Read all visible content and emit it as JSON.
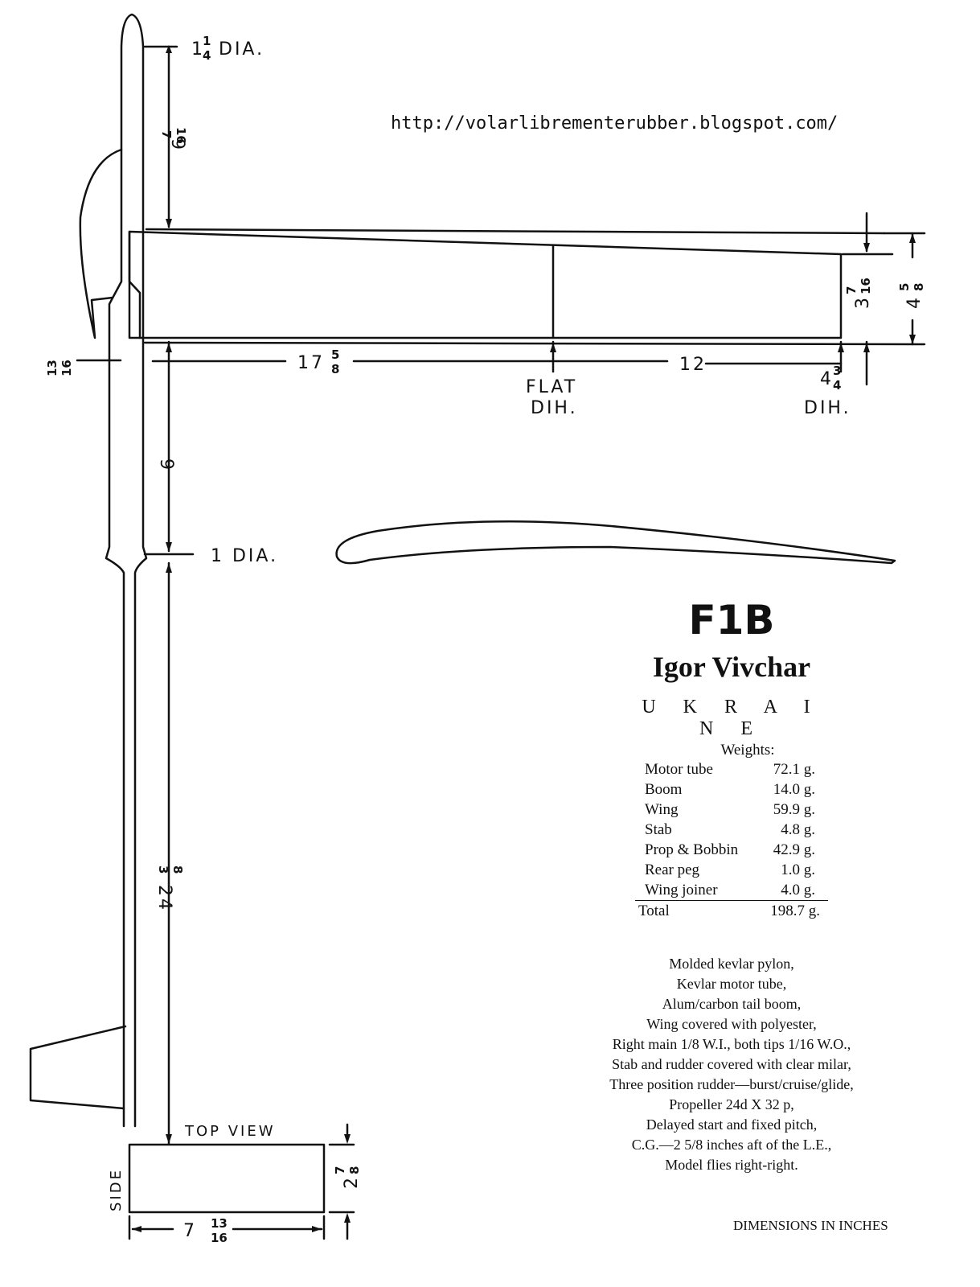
{
  "url": "http://volarlibrementerubber.blogspot.com/",
  "title": "F1B",
  "designer": "Igor Vivchar",
  "country": "U K R A I N E",
  "weights": {
    "heading": "Weights:",
    "rows": [
      {
        "label": "Motor tube",
        "value": "72.1 g."
      },
      {
        "label": "Boom",
        "value": "14.0 g."
      },
      {
        "label": "Wing",
        "value": "59.9 g."
      },
      {
        "label": "Stab",
        "value": "4.8 g."
      },
      {
        "label": "Prop & Bobbin",
        "value": "42.9 g."
      },
      {
        "label": "Rear peg",
        "value": "1.0 g."
      },
      {
        "label": "Wing joiner",
        "value": "4.0 g."
      }
    ],
    "total_label": "Total",
    "total_value": "198.7 g."
  },
  "notes": [
    "Molded kevlar pylon,",
    "Kevlar motor tube,",
    "Alum/carbon tail boom,",
    "Wing covered with polyester,",
    "Right main 1/8 W.I., both tips 1/16 W.O.,",
    "Stab and  rudder covered with clear milar,",
    "Three position rudder—burst/cruise/glide,",
    "Propeller 24d X 32 p,",
    "Delayed start and fixed pitch,",
    "C.G.—2 5/8 inches aft of the L.E.,",
    "Model flies right-right."
  ],
  "units_note": "DIMENSIONS IN INCHES",
  "dims": {
    "nose_dia": "DIA.",
    "nose_dia_whole": "1",
    "nose_dia_num": "1",
    "nose_dia_den": "4",
    "motor_dia": "1 DIA.",
    "len_top": "9",
    "len_top_num": "7",
    "len_top_den": "16",
    "len_mid": "9",
    "len_boom": "24",
    "len_boom_num": "3",
    "len_boom_den": "8",
    "pylon_num": "13",
    "pylon_den": "16",
    "span_inner": "17",
    "span_inner_num": "5",
    "span_inner_den": "8",
    "span_outer": "12",
    "flat_dih_1": "FLAT",
    "flat_dih_2": "DIH.",
    "tip_dih": "4",
    "tip_dih_num": "3",
    "tip_dih_den": "4",
    "tip_dih_label": "DIH.",
    "chord_tip": "3",
    "chord_tip_num": "7",
    "chord_tip_den": "16",
    "chord_root": "4",
    "chord_root_num": "5",
    "chord_root_den": "8",
    "top_view": "TOP VIEW",
    "side": "SIDE",
    "stab_span": "7",
    "stab_span_num": "13",
    "stab_span_den": "16",
    "stab_chord": "2",
    "stab_chord_num": "7",
    "stab_chord_den": "8"
  }
}
